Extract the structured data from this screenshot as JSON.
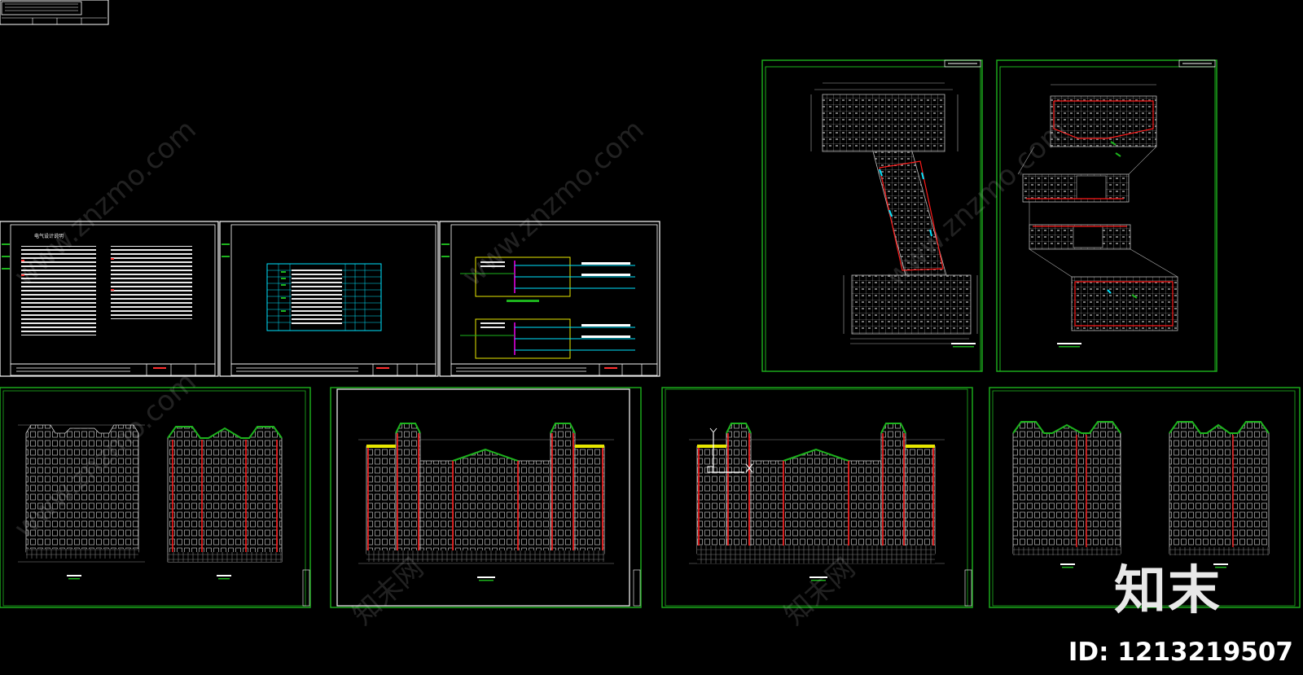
{
  "watermark": {
    "brand": "知末",
    "id_text": "ID: 1213219507",
    "diagonal": "www.znzmo.com",
    "diagonal_cn": "知末网"
  },
  "colors": {
    "background": "#000000",
    "frame_white": "#ffffff",
    "frame_green": "#1db31d",
    "line_grey": "#9a9a9a",
    "accent_red": "#ff1a1a",
    "accent_cyan": "#00e5ff",
    "accent_yellow": "#e8e800",
    "accent_magenta": "#ff00ff"
  },
  "sheets": {
    "notes_title": "电气设计说明"
  }
}
